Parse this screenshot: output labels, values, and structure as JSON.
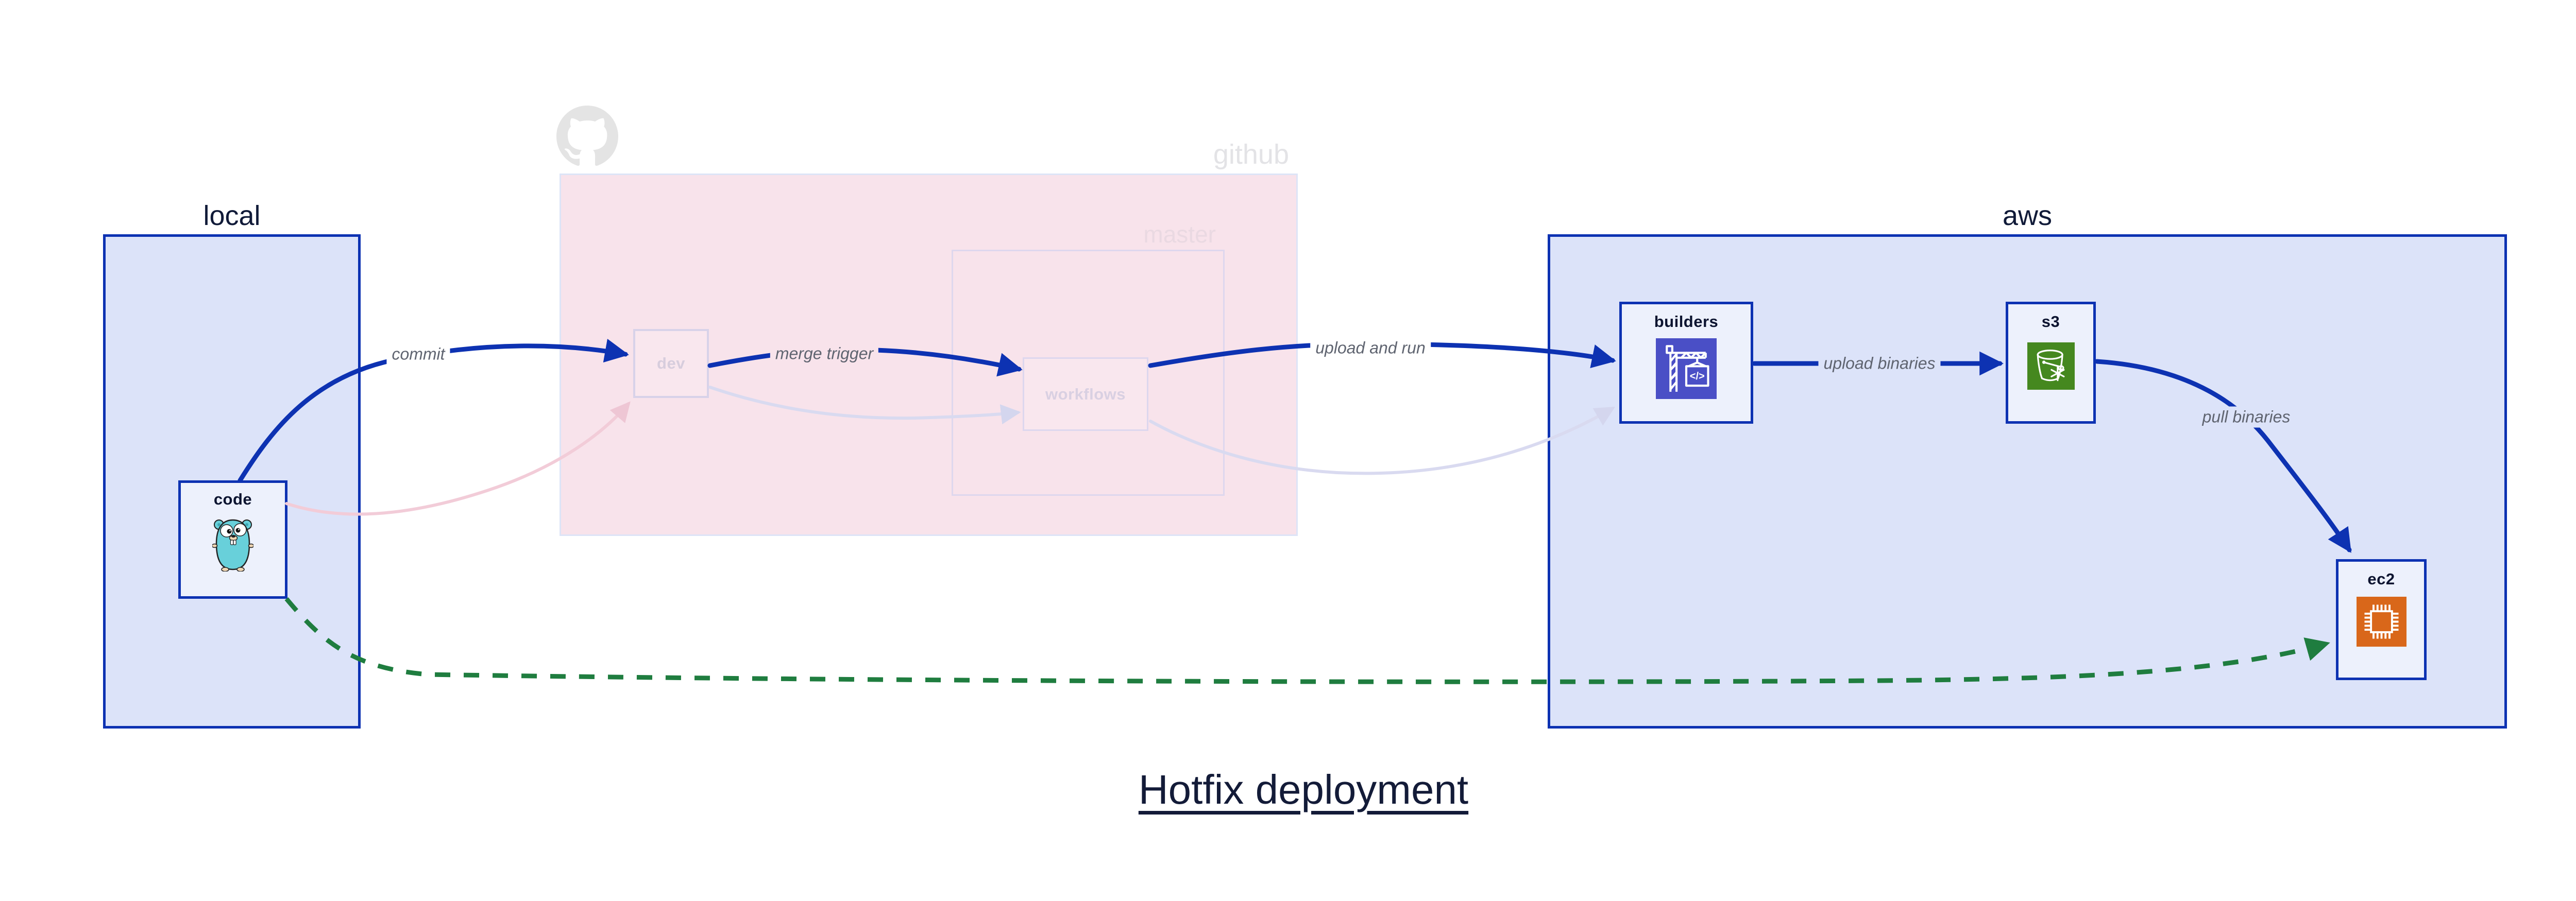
{
  "diagram": {
    "title": "Hotfix deployment",
    "groups": {
      "local": {
        "label": "local"
      },
      "github": {
        "label": "github",
        "logo_icon": "octocat-icon"
      },
      "master": {
        "label": "master"
      },
      "aws": {
        "label": "aws"
      }
    },
    "nodes": {
      "code": {
        "label": "code",
        "icon": "go-gopher-icon"
      },
      "dev": {
        "label": "dev"
      },
      "workflows": {
        "label": "workflows"
      },
      "builders": {
        "label": "builders",
        "icon": "aws-codebuild-crane-icon"
      },
      "s3": {
        "label": "s3",
        "icon": "s3-glacier-bucket-snowflake-icon"
      },
      "ec2": {
        "label": "ec2",
        "icon": "ec2-chip-icon"
      }
    },
    "edges": [
      {
        "from": "code",
        "to": "dev",
        "label": "commit",
        "style": "blue-solid"
      },
      {
        "from": "dev",
        "to": "workflows",
        "label": "merge trigger",
        "style": "blue-solid"
      },
      {
        "from": "workflows",
        "to": "builders",
        "label": "upload and run",
        "style": "blue-solid"
      },
      {
        "from": "builders",
        "to": "s3",
        "label": "upload binaries",
        "style": "blue-solid"
      },
      {
        "from": "s3",
        "to": "ec2",
        "label": "pull binaries",
        "style": "blue-solid"
      },
      {
        "from": "code",
        "to": "ec2",
        "label": "",
        "style": "green-dashed"
      },
      {
        "from": "code",
        "to": "dev",
        "label": "",
        "style": "faded-pink"
      },
      {
        "from": "dev",
        "to": "workflows",
        "label": "",
        "style": "faded-lavender"
      },
      {
        "from": "workflows",
        "to": "builders",
        "label": "",
        "style": "faded-lavender"
      }
    ],
    "colors": {
      "accent_blue": "#0d32b2",
      "hotfix_green": "#1f7d3f",
      "container_blue_fill": "#dce3f9",
      "node_fill": "#edf1fc",
      "github_pink_fill": "#f8e3eb",
      "pink_node_fill": "#f9e7ee",
      "faded_border_lavender": "#d8d2e9",
      "faded_pink_edge": "#f2ccd8",
      "faded_lavender_edge": "#d9daf0",
      "codebuild_indigo": "#4a4fc6",
      "s3_green": "#45881f",
      "ec2_orange": "#d9671a",
      "label_navy": "#0c1430",
      "edge_label_gray": "#5f6470",
      "faded_text": "#d7cddd",
      "master_text": "#ead9e2",
      "github_text": "#e3e3e6",
      "octocat_gray": "#e4e4e4"
    }
  }
}
